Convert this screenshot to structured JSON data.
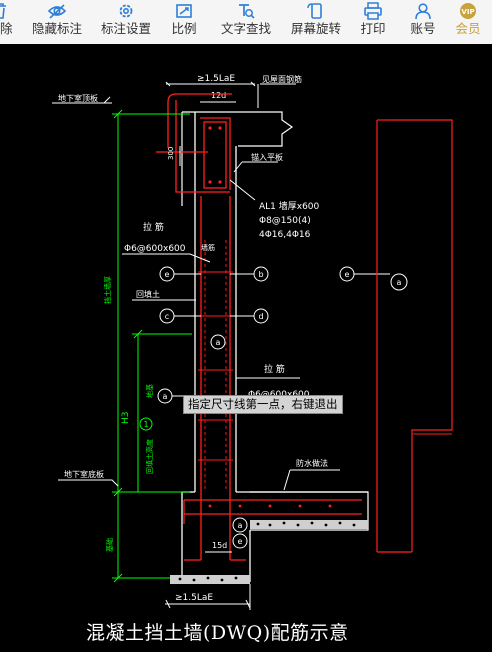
{
  "toolbar": {
    "items": [
      {
        "label": "除",
        "icon": "delete-icon"
      },
      {
        "label": "隐藏标注",
        "icon": "eye-icon"
      },
      {
        "label": "标注设置",
        "icon": "gear-icon"
      },
      {
        "label": "比例",
        "icon": "scale-icon"
      },
      {
        "label": "文字查找",
        "icon": "text-search-icon"
      },
      {
        "label": "屏幕旋转",
        "icon": "rotate-icon"
      },
      {
        "label": "打印",
        "icon": "printer-icon"
      },
      {
        "label": "账号",
        "icon": "user-icon"
      },
      {
        "label": "会员",
        "icon": "vip-icon"
      }
    ],
    "vip_badge": "VIP",
    "colors": {
      "icon": "#2f7fd8",
      "vip": "#c8a23a"
    }
  },
  "tooltip": "指定尺寸线第一点，右键退出",
  "drawing": {
    "title": "混凝土挡土墙(DWQ)配筋示意",
    "labels": {
      "top_lae": "≥1.5LaE",
      "bottom_lae": "≥1.5LaE",
      "basement_roof": "地下室顶板",
      "basement_floor": "地下室底板",
      "wall_rebar_label": "见屋面钢筋",
      "dim_12d": "12d",
      "dim_15d": "15d",
      "dim_300": "300",
      "anchor_horizontal": "锚入平板",
      "al1_line1": "AL1 墙厚x600",
      "al1_line2": "Φ8@150(4)",
      "al1_line3": "4Φ16,4Φ16",
      "tie_label": "拉 筋",
      "tie_spec": "Φ6@600x600",
      "tie_label2": "拉 筋",
      "tie_spec2": "Φ6@600x600",
      "wall_horiz": "墙筋",
      "backfill": "回填土",
      "wall_thickness": "挡土墙厚",
      "height_h3": "H3",
      "soil_depth": "回填土高度",
      "soil_depth2": "地基",
      "waterproof": "防水做法",
      "foundation": "基础",
      "circle_e": "e",
      "circle_b": "b",
      "circle_c": "c",
      "circle_d": "d",
      "circle_a": "a",
      "circle_1": "1"
    },
    "colors": {
      "wall": "#ffffff",
      "rebar": "#ff2020",
      "dimension": "#00ff00",
      "text": "#ffffff",
      "section": "#d0d0d0"
    }
  }
}
